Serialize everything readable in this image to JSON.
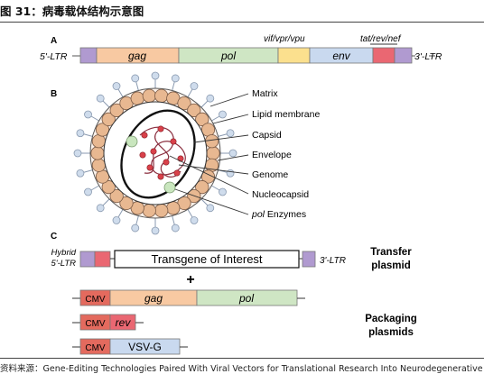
{
  "figure": {
    "title": "图 31：病毒载体结构示意图",
    "source": "资料来源：Gene-Editing Technologies Paired With Viral Vectors for Translational Research Into Neurodegenerative"
  },
  "panel_a": {
    "label": "A",
    "ltr5": "5'-LTR",
    "ltr3": "3'-LTR",
    "accessory_top": "vif/vpr/vpu",
    "regulatory_top": "tat/rev/nef",
    "genes": [
      {
        "name": "gag",
        "color": "#f8c9a2"
      },
      {
        "name": "pol",
        "color": "#cfe6c4"
      },
      {
        "name": "env",
        "color": "#c9d9ef"
      }
    ],
    "ltr_color": "#b09ad0",
    "accessory_color": "#fbe08e",
    "regulatory_color": "#ea6772"
  },
  "panel_b": {
    "label": "B",
    "labels": [
      "Matrix",
      "Lipid membrane",
      "Capsid",
      "Envelope",
      "Genome",
      "Nucleocapsid"
    ],
    "enzymes_italic": "pol",
    "enzymes_rest": " Enzymes"
  },
  "panel_c": {
    "label": "C",
    "hybrid_line1": "Hybrid",
    "hybrid_line2": "5'-LTR",
    "transgene": "Transgene of Interest",
    "ltr3": "3'-LTR",
    "transfer_line1": "Transfer",
    "transfer_line2": "plasmid",
    "plus": "+",
    "cmv": "CMV",
    "gag": "gag",
    "pol": "pol",
    "rev": "rev",
    "vsvg": "VSV-G",
    "packaging_line1": "Packaging",
    "packaging_line2": "plasmids"
  }
}
